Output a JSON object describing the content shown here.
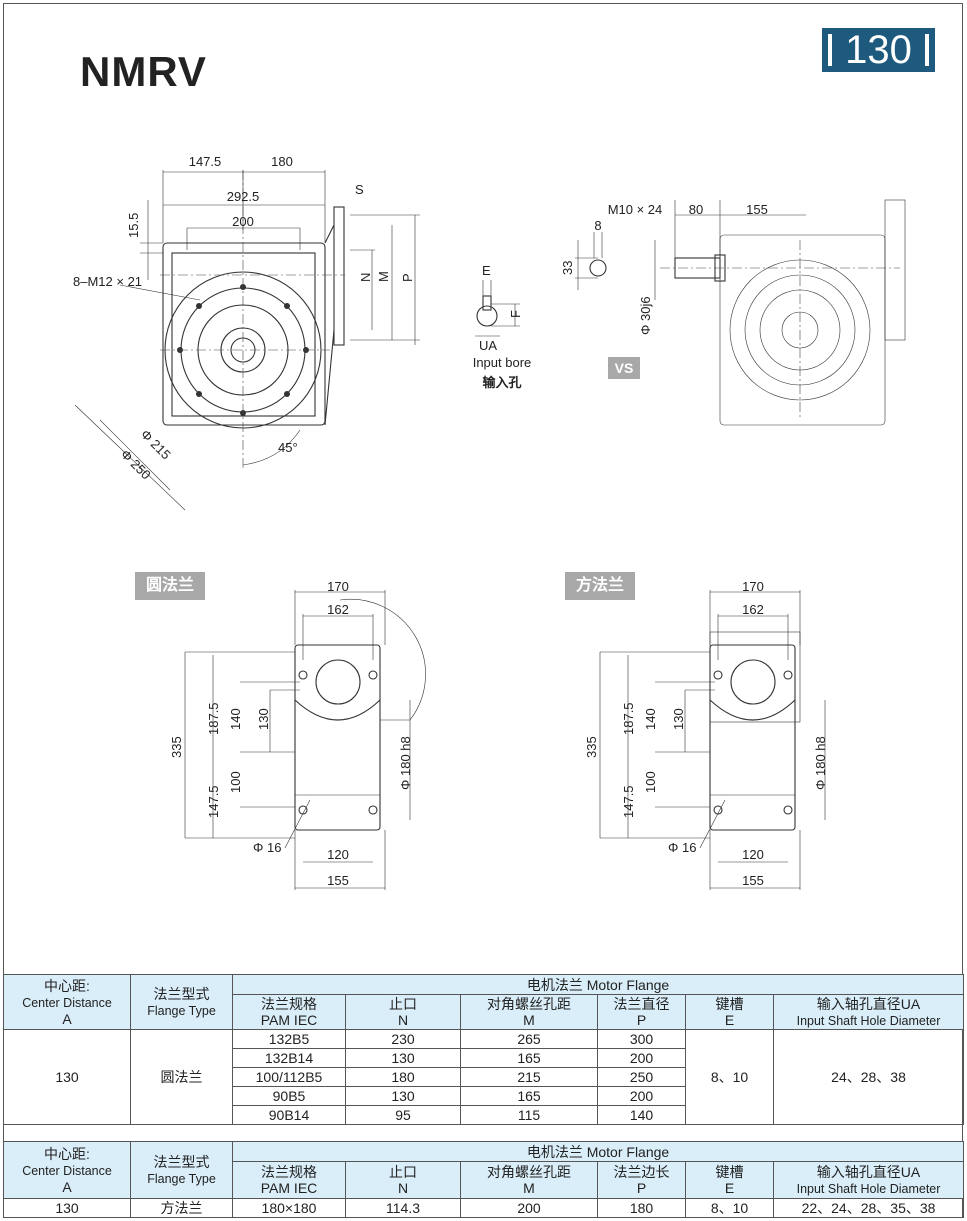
{
  "header": {
    "title": "NMRV",
    "size_badge": "130"
  },
  "tags": {
    "round_flange": "圆法兰",
    "square_flange": "方法兰",
    "vs": "VS"
  },
  "top_left_drawing": {
    "d1": "147.5",
    "d2": "180",
    "d3": "292.5",
    "d4": "200",
    "d5": "15.5",
    "bolt": "8–M12 × 21",
    "s": "S",
    "n": "N",
    "m": "M",
    "p": "P",
    "dia1": "Φ 215",
    "dia2": "Φ 250",
    "angle": "45°"
  },
  "input_bore": {
    "e": "E",
    "f": "F",
    "ua": "UA",
    "label_en": "Input bore",
    "label_cn": "输入孔"
  },
  "top_right_drawing": {
    "thread": "M10 × 24",
    "d80": "80",
    "d155": "155",
    "d8": "8",
    "d33": "33",
    "shaft": "Φ 30j6"
  },
  "round_drawing": {
    "w170": "170",
    "w162": "162",
    "h187": "187.5",
    "h140": "140",
    "h130": "130",
    "h335": "335",
    "h100": "100",
    "h147": "147.5",
    "dia180": "Φ 180 h8",
    "dia16": "Φ 16",
    "w120": "120",
    "w155": "155"
  },
  "square_drawing": {
    "w170": "170",
    "w162": "162",
    "h187": "187.5",
    "h140": "140",
    "h130": "130",
    "h335": "335",
    "h100": "100",
    "h147": "147.5",
    "dia180": "Φ 180 h8",
    "dia16": "Φ 16",
    "w120": "120",
    "w155": "155"
  },
  "table1": {
    "h_center_cn": "中心距:",
    "h_center_en": "Center Distance",
    "h_center_a": "A",
    "h_type_cn": "法兰型式",
    "h_type_en": "Flange Type",
    "h_motor": "电机法兰 Motor Flange",
    "h_pam_cn": "法兰规格",
    "h_pam_en": "PAM IEC",
    "h_n_cn": "止口",
    "h_n": "N",
    "h_m_cn": "对角螺丝孔距",
    "h_m": "M",
    "h_p_cn": "法兰直径",
    "h_p": "P",
    "h_e_cn": "键槽",
    "h_e": "E",
    "h_ua_cn": "输入轴孔直径UA",
    "h_ua_en": "Input Shaft Hole Diameter",
    "center": "130",
    "type": "圆法兰",
    "keyway": "8、10",
    "ua": "24、28、38",
    "rows": [
      [
        "132B5",
        "230",
        "265",
        "300"
      ],
      [
        "132B14",
        "130",
        "165",
        "200"
      ],
      [
        "100/112B5",
        "180",
        "215",
        "250"
      ],
      [
        "90B5",
        "130",
        "165",
        "200"
      ],
      [
        "90B14",
        "95",
        "115",
        "140"
      ]
    ]
  },
  "table2": {
    "h_center_cn": "中心距:",
    "h_center_en": "Center Distance",
    "h_center_a": "A",
    "h_type_cn": "法兰型式",
    "h_type_en": "Flange Type",
    "h_motor": "电机法兰 Motor Flange",
    "h_pam_cn": "法兰规格",
    "h_pam_en": "PAM IEC",
    "h_n_cn": "止口",
    "h_n": "N",
    "h_m_cn": "对角螺丝孔距",
    "h_m": "M",
    "h_p_cn": "法兰边长",
    "h_p": "P",
    "h_e_cn": "键槽",
    "h_e": "E",
    "h_ua_cn": "输入轴孔直径UA",
    "h_ua_en": "Input Shaft Hole Diameter",
    "row": [
      "130",
      "方法兰",
      "180×180",
      "114.3",
      "200",
      "180",
      "8、10",
      "22、24、28、35、38"
    ]
  }
}
